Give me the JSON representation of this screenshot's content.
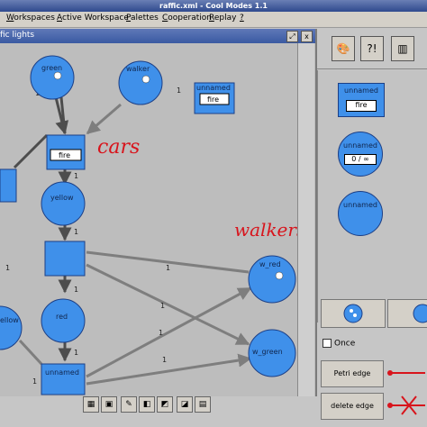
{
  "window": {
    "title": "raffic.xml - Cool Modes 1.1"
  },
  "menu": [
    {
      "label": "Workspaces",
      "accel": "W",
      "rest": "orkspaces"
    },
    {
      "label": "Active Workspace",
      "accel": "A",
      "rest": "ctive Workspace"
    },
    {
      "label": "Palettes",
      "accel": "P",
      "rest": "alettes"
    },
    {
      "label": "Cooperation",
      "accel": "C",
      "rest": "ooperation"
    },
    {
      "label": "Replay",
      "accel": "R",
      "rest": "eplay"
    },
    {
      "label": "?",
      "accel": "?",
      "rest": ""
    }
  ],
  "workspace": {
    "title": "fic lights",
    "buttons": {
      "float": "⤢",
      "close": "x"
    },
    "places": {
      "green": "green",
      "walker": "walker",
      "yellow": "yellow",
      "red": "red",
      "w_red": "w_red",
      "w_green": "w_green",
      "left_edge": "ellow"
    },
    "transitions": {
      "unnamed_top": "unnamed",
      "unnamed_top_value": "fire",
      "middle_value": "fire",
      "bottom": "unnamed"
    },
    "annotations": {
      "cars": "cars",
      "walkers": "walkers"
    },
    "arc_weight": "1"
  },
  "palette": {
    "tabs": [
      "palette-icon",
      "help-icon",
      "vote-icon"
    ],
    "transition_label": "unnamed",
    "transition_value": "fire",
    "place_label": "unnamed",
    "place_value": "0 / ∞",
    "place2_label": "unnamed",
    "once_label": "Once",
    "petri_edge": "Petri edge",
    "delete_edge": "delete edge"
  },
  "colors": {
    "accent": "#3f90ea",
    "annotation": "#d8141c"
  }
}
